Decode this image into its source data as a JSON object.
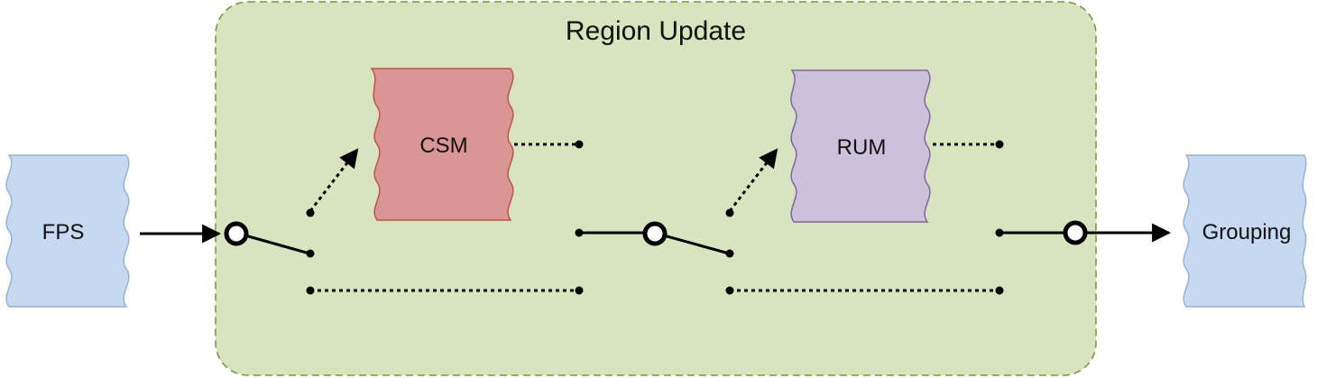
{
  "region": {
    "title": "Region Update"
  },
  "nodes": {
    "fps": {
      "label": "FPS"
    },
    "csm": {
      "label": "CSM"
    },
    "rum": {
      "label": "RUM"
    },
    "grouping": {
      "label": "Grouping"
    }
  },
  "colors": {
    "region_fill": "#d7e4bd",
    "region_border": "#77933c",
    "blue_fill": "#c6d9f1",
    "blue_border": "#95b3d7",
    "csm_fill": "#d99694",
    "csm_border": "#c0504d",
    "rum_fill": "#ccc1da",
    "rum_border": "#8064a2",
    "line": "#000000"
  }
}
